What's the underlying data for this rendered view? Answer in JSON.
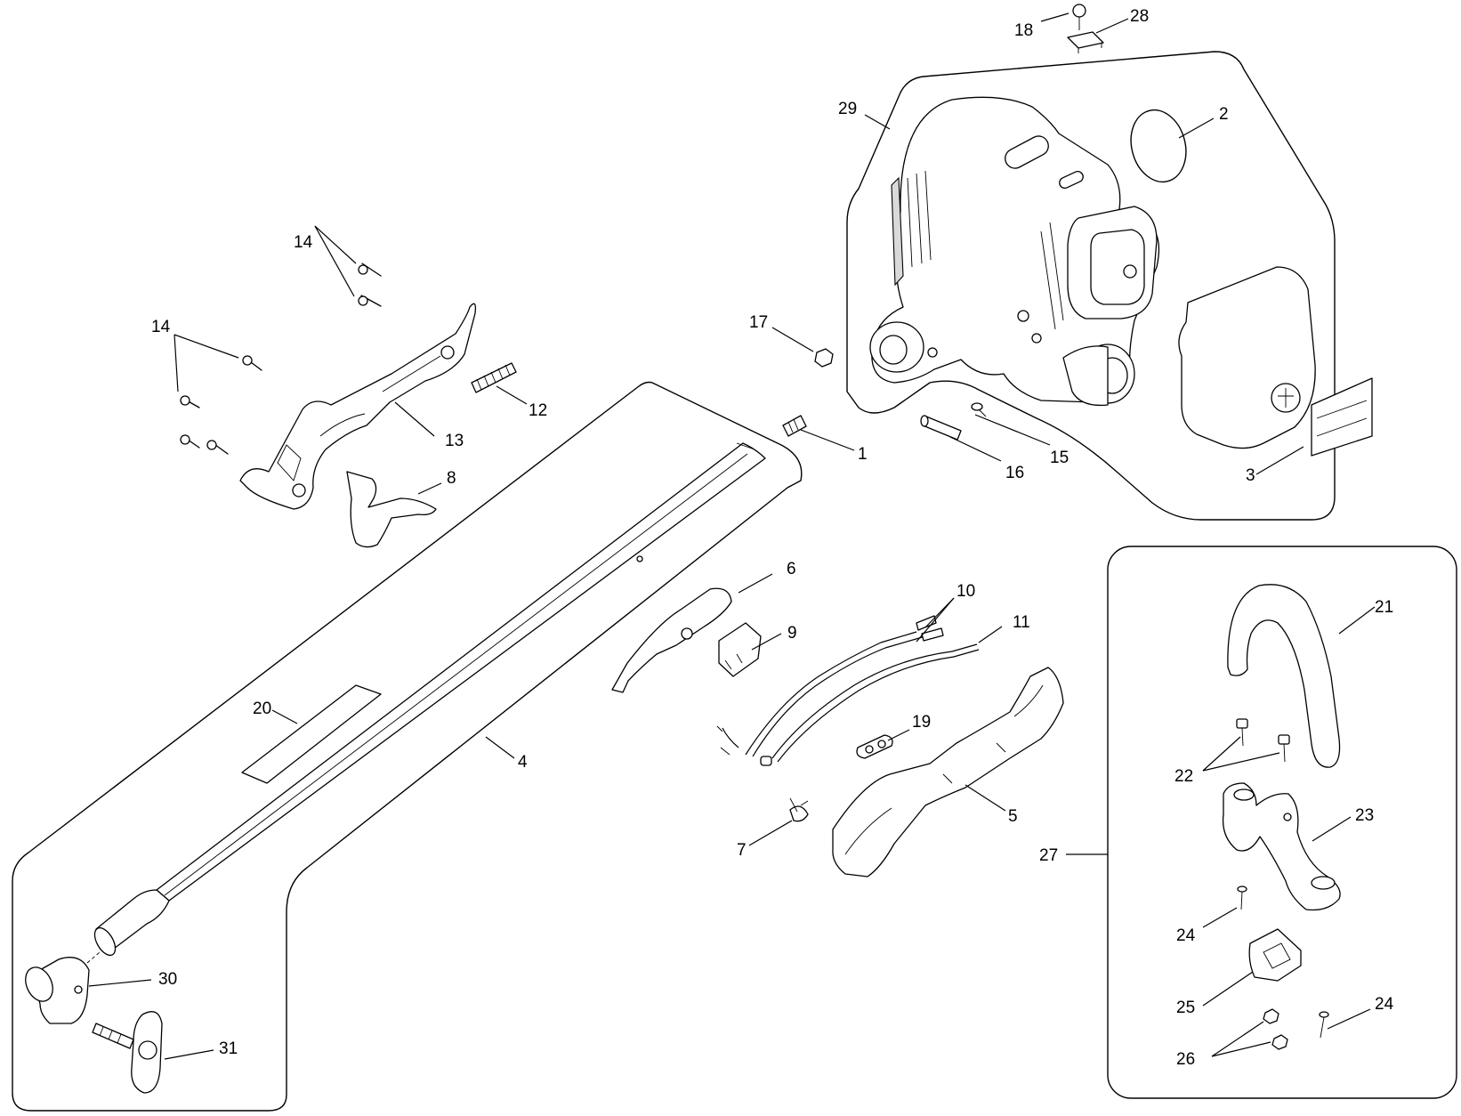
{
  "labels": {
    "l1": "1",
    "l2": "2",
    "l3": "3",
    "l4": "4",
    "l5": "5",
    "l6": "6",
    "l7": "7",
    "l8": "8",
    "l9": "9",
    "l10": "10",
    "l11": "11",
    "l12": "12",
    "l13": "13",
    "l14a": "14",
    "l14b": "14",
    "l15": "15",
    "l16": "16",
    "l17": "17",
    "l18": "18",
    "l19": "19",
    "l20": "20",
    "l21": "21",
    "l22": "22",
    "l23": "23",
    "l24a": "24",
    "l24b": "24",
    "l25": "25",
    "l26": "26",
    "l27": "27",
    "l28": "28",
    "l29": "29",
    "l30": "30",
    "l31": "31"
  }
}
